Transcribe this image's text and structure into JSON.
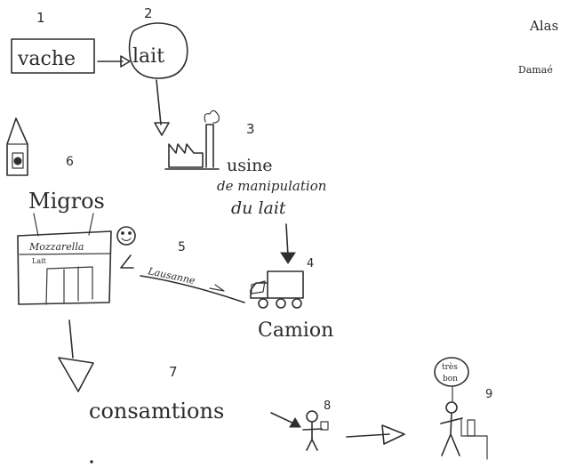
{
  "authors": [
    "Alas",
    "Damaé"
  ],
  "steps": [
    {
      "number": "1",
      "label": "vache"
    },
    {
      "number": "2",
      "label": "lait"
    },
    {
      "number": "3",
      "label_lines": [
        "usine",
        "de manipulation",
        "du lait"
      ]
    },
    {
      "number": "4",
      "label": "Camion"
    },
    {
      "number": "5",
      "label": "Lausanne"
    },
    {
      "number": "6",
      "label": "Migros",
      "sign": "Mozzarella",
      "sign_sub": "Lait"
    },
    {
      "number": "7",
      "label": "consamtions"
    },
    {
      "number": "8"
    },
    {
      "number": "9",
      "speech": [
        "très",
        "bon"
      ]
    }
  ]
}
